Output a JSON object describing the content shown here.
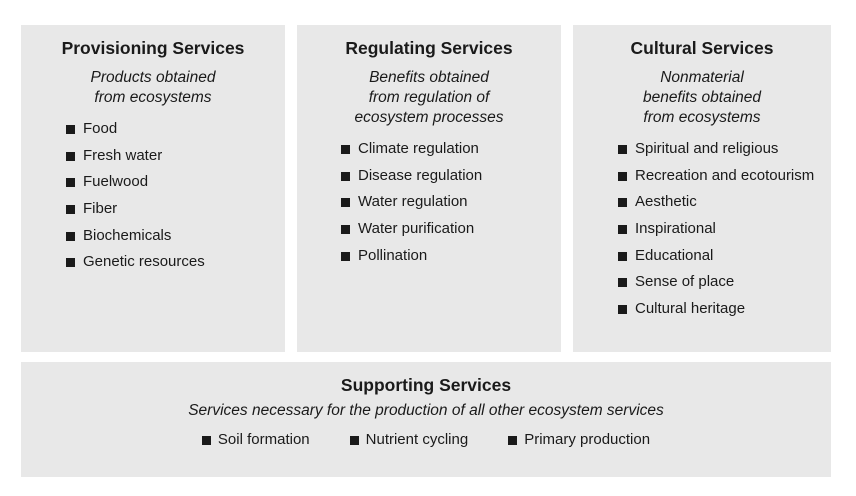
{
  "provisioning": {
    "title": "Provisioning Services",
    "subtitle_lines": [
      "Products obtained",
      "from ecosystems"
    ],
    "items": [
      "Food",
      "Fresh water",
      "Fuelwood",
      "Fiber",
      "Biochemicals",
      "Genetic resources"
    ]
  },
  "regulating": {
    "title": "Regulating Services",
    "subtitle_lines": [
      "Benefits obtained",
      "from regulation of",
      "ecosystem processes"
    ],
    "items": [
      "Climate regulation",
      "Disease regulation",
      "Water regulation",
      "Water purification",
      "Pollination"
    ]
  },
  "cultural": {
    "title": "Cultural Services",
    "subtitle_lines": [
      "Nonmaterial",
      "benefits obtained",
      "from ecosystems"
    ],
    "items": [
      "Spiritual and religious",
      "Recreation and ecotourism",
      "Aesthetic",
      "Inspirational",
      "Educational",
      "Sense of place",
      "Cultural heritage"
    ]
  },
  "supporting": {
    "title": "Supporting Services",
    "subtitle": "Services necessary for the production of all other ecosystem services",
    "items": [
      "Soil formation",
      "Nutrient cycling",
      "Primary production"
    ]
  }
}
